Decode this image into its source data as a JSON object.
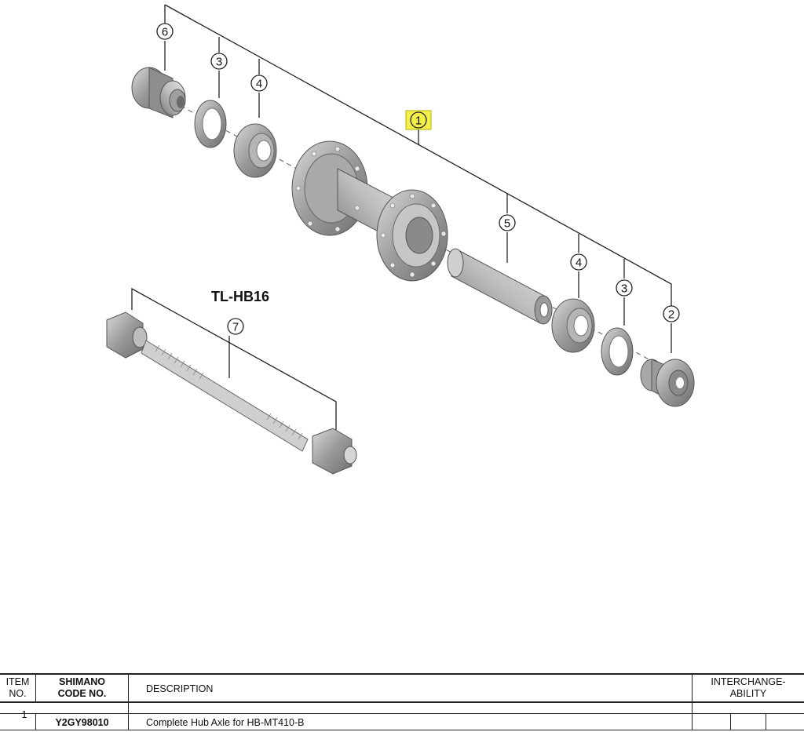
{
  "diagram": {
    "callouts": {
      "c1": "1",
      "c2": "2",
      "c3a": "3",
      "c3b": "3",
      "c4a": "4",
      "c4b": "4",
      "c5": "5",
      "c6": "6",
      "c7": "7"
    },
    "tool_label": "TL-HB16",
    "highlight_color": "#f3f04a"
  },
  "table": {
    "headers": {
      "item_no_line1": "ITEM",
      "item_no_line2": "NO.",
      "code_line1": "SHIMANO",
      "code_line2": "CODE NO.",
      "description": "DESCRIPTION",
      "interchange_line1": "INTERCHANGE-",
      "interchange_line2": "ABILITY"
    },
    "rows": [
      {
        "item_no": "1",
        "code": "Y2GY98010",
        "description": "Complete Hub Axle for HB-MT410-B"
      }
    ]
  }
}
